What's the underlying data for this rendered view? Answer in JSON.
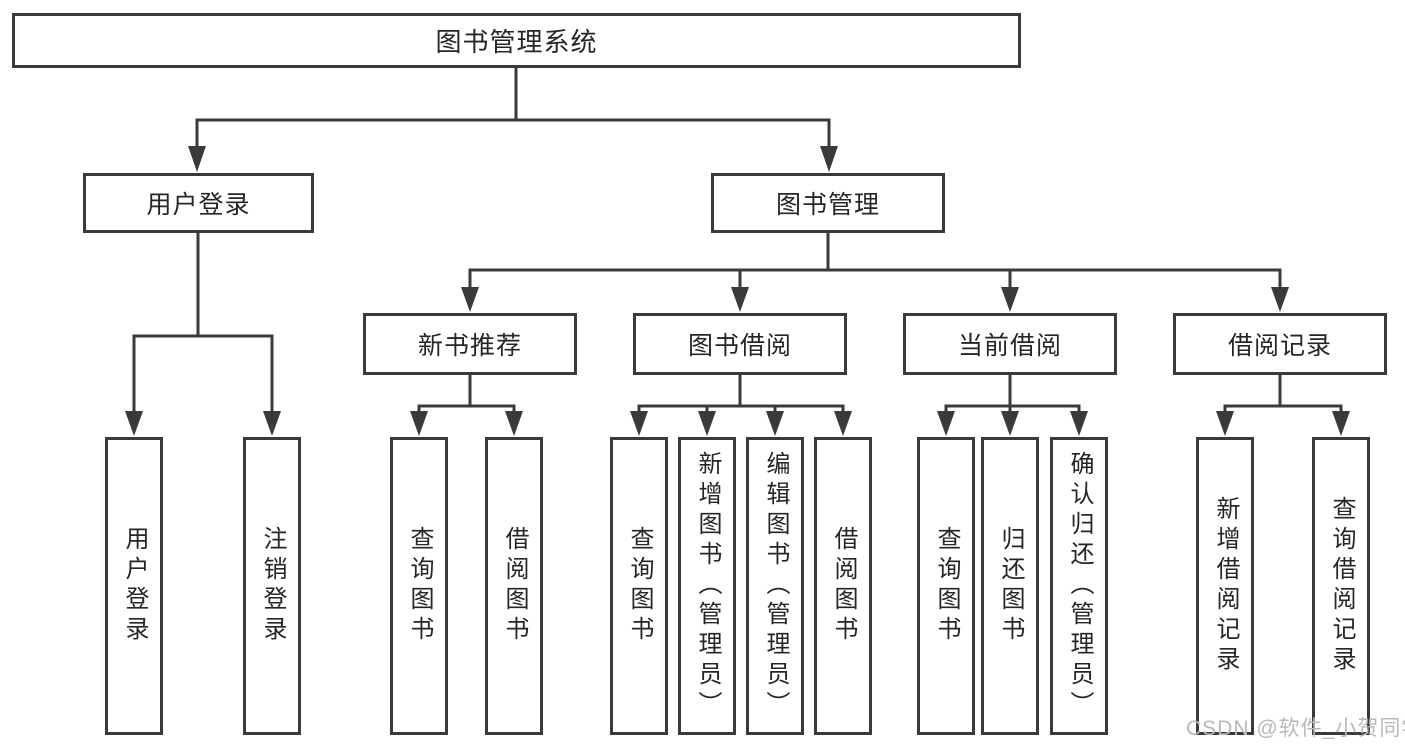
{
  "diagram": {
    "root": {
      "label": "图书管理系统"
    },
    "branches": [
      {
        "label": "用户登录",
        "children": [
          {
            "label": "用户登录"
          },
          {
            "label": "注销登录"
          }
        ]
      },
      {
        "label": "图书管理",
        "children": [
          {
            "label": "新书推荐",
            "children": [
              {
                "label": "查询图书"
              },
              {
                "label": "借阅图书"
              }
            ]
          },
          {
            "label": "图书借阅",
            "children": [
              {
                "label": "查询图书"
              },
              {
                "label": "新增图书（管理员）"
              },
              {
                "label": "编辑图书（管理员）"
              },
              {
                "label": "借阅图书"
              }
            ]
          },
          {
            "label": "当前借阅",
            "children": [
              {
                "label": "查询图书"
              },
              {
                "label": "归还图书"
              },
              {
                "label": "确认归还（管理员）"
              }
            ]
          },
          {
            "label": "借阅记录",
            "children": [
              {
                "label": "新增借阅记录"
              },
              {
                "label": "查询借阅记录"
              }
            ]
          }
        ]
      }
    ]
  },
  "watermark": {
    "text": "CSDN @软件_小贺同学"
  },
  "colors": {
    "line": "#3a3a3a",
    "text": "#262626",
    "background": "#ffffff",
    "watermark": "#b9b9b9"
  }
}
